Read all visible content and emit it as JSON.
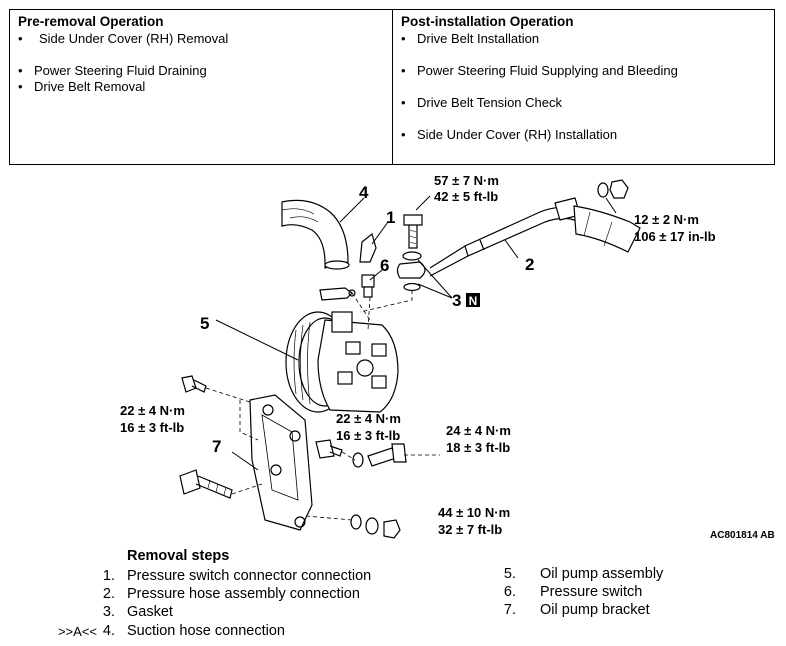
{
  "pre_removal": {
    "heading": "Pre-removal Operation",
    "items": [
      "Side Under Cover (RH) Removal",
      "Power Steering Fluid Draining",
      "Drive Belt Removal"
    ]
  },
  "post_installation": {
    "heading": "Post-installation Operation",
    "items": [
      "Drive Belt Installation",
      "Power Steering Fluid Supplying and Bleeding",
      "Drive Belt Tension Check",
      "Side Under Cover (RH) Installation"
    ]
  },
  "diagram": {
    "callouts": [
      "1",
      "2",
      "3",
      "4",
      "5",
      "6",
      "7"
    ],
    "callout_3_badge": "N",
    "torques": [
      {
        "nm": "57 ± 7 N·m",
        "ftlb": "42 ± 5 ft-lb"
      },
      {
        "nm": "12 ± 2 N·m",
        "ftlb": "106 ± 17 in-lb"
      },
      {
        "nm": "22 ± 4 N·m",
        "ftlb": "16 ± 3 ft-lb"
      },
      {
        "nm": "22 ± 4 N·m",
        "ftlb": "16 ± 3 ft-lb"
      },
      {
        "nm": "24 ± 4 N·m",
        "ftlb": "18 ± 3 ft-lb"
      },
      {
        "nm": "44 ± 10 N·m",
        "ftlb": "32 ± 7 ft-lb"
      }
    ],
    "figure_id": "AC801814 AB"
  },
  "removal_steps": {
    "heading": "Removal steps",
    "left": [
      {
        "num": "1.",
        "text": "Pressure switch connector connection"
      },
      {
        "num": "2.",
        "text": "Pressure hose assembly connection"
      },
      {
        "num": "3.",
        "text": "Gasket"
      },
      {
        "num": "4.",
        "text": "Suction hose connection",
        "prefix": ">>A<<"
      }
    ],
    "right": [
      {
        "num": "5.",
        "text": "Oil pump assembly"
      },
      {
        "num": "6.",
        "text": "Pressure switch"
      },
      {
        "num": "7.",
        "text": "Oil pump bracket"
      }
    ]
  }
}
